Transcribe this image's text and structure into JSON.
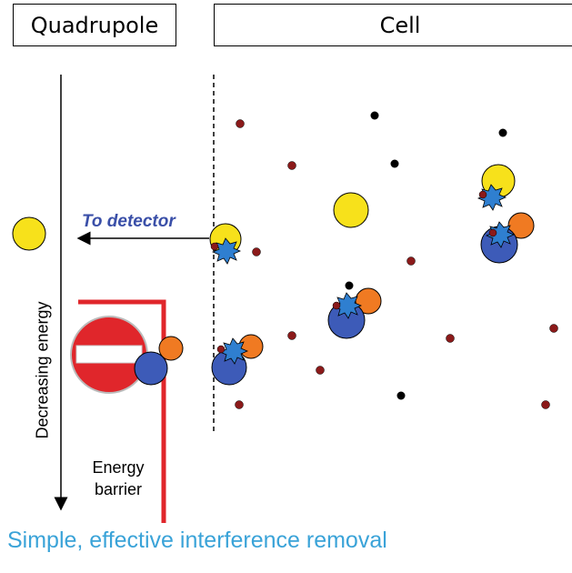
{
  "headers": {
    "quadrupole": "Quadrupole",
    "cell": "Cell"
  },
  "labels": {
    "to_detector": "To detector",
    "decreasing_energy": "Decreasing energy",
    "energy_barrier": "Energy barrier",
    "caption": "Simple, effective interference removal"
  },
  "colors": {
    "analyte_ion": "#f7e11b",
    "interference_blue": "#3d5bb8",
    "interference_orange": "#f07a22",
    "collision_burst": "#2f7fd0",
    "cell_gas_small": "#8b1a1a",
    "cell_gas_black": "#000000",
    "barrier_red": "#e0262b",
    "caption_text": "#3aa3d8",
    "detector_text": "#3a4fa8"
  },
  "icons": [
    "no-entry-sign-icon",
    "arrow-left-icon",
    "arrow-down-icon",
    "collision-burst-icon"
  ]
}
